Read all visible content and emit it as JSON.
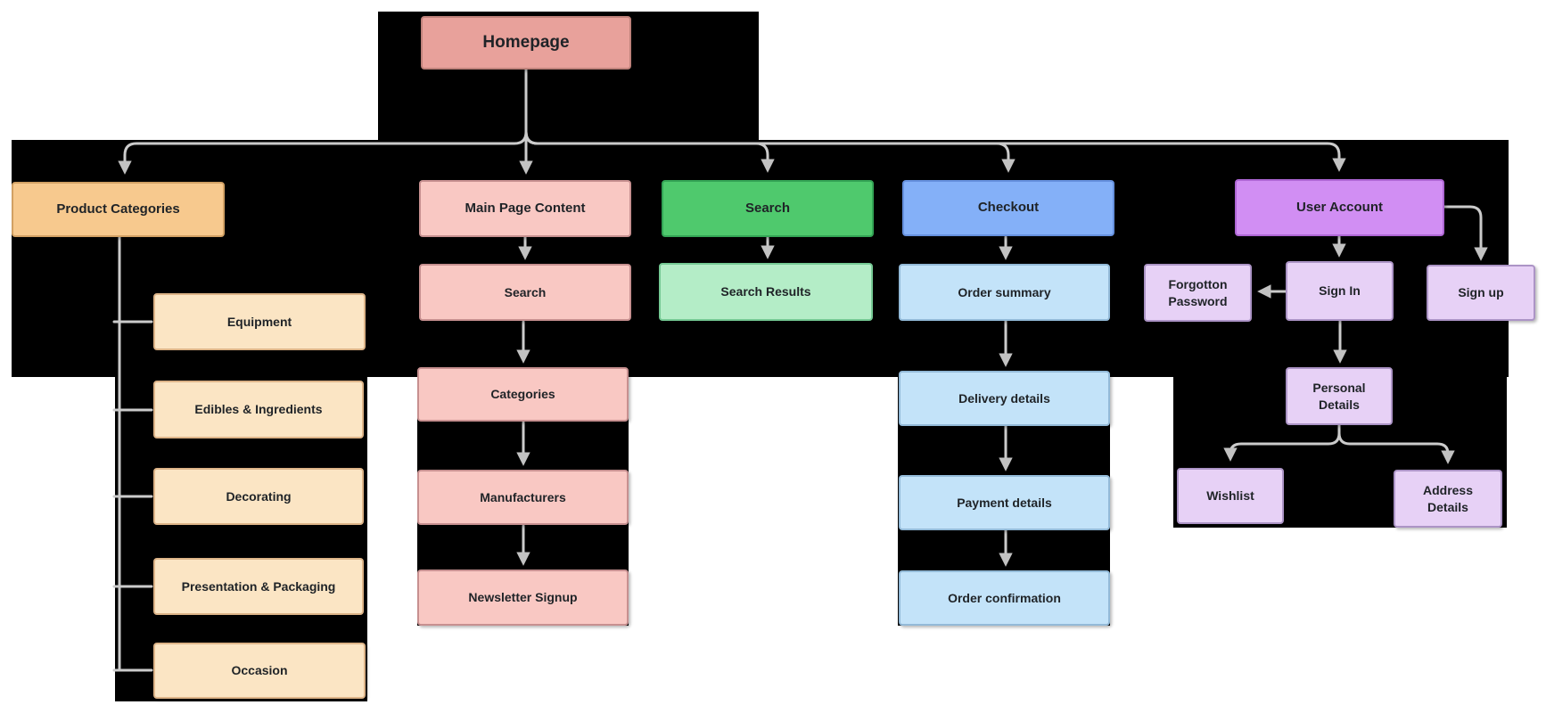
{
  "diagram": {
    "type": "sitemap-flowchart",
    "nodes": {
      "homepage": {
        "label": "Homepage"
      },
      "product_categories": {
        "label": "Product Categories"
      },
      "main_page_content": {
        "label": "Main Page Content"
      },
      "search_section": {
        "label": "Search"
      },
      "checkout": {
        "label": "Checkout"
      },
      "user_account": {
        "label": "User Account"
      },
      "equipment": {
        "label": "Equipment"
      },
      "edibles_ingredients": {
        "label": "Edibles & Ingredients"
      },
      "decorating": {
        "label": "Decorating"
      },
      "presentation_packaging": {
        "label": "Presentation & Packaging"
      },
      "occasion": {
        "label": "Occasion"
      },
      "search_page": {
        "label": "Search"
      },
      "categories": {
        "label": "Categories"
      },
      "manufacturers": {
        "label": "Manufacturers"
      },
      "newsletter_signup": {
        "label": "Newsletter Signup"
      },
      "search_results": {
        "label": "Search Results"
      },
      "order_summary": {
        "label": "Order summary"
      },
      "delivery_details": {
        "label": "Delivery details"
      },
      "payment_details": {
        "label": "Payment details"
      },
      "order_confirmation": {
        "label": "Order confirmation"
      },
      "forgotton_password": {
        "label": "Forgotton Password"
      },
      "sign_in": {
        "label": "Sign In"
      },
      "sign_up": {
        "label": "Sign up"
      },
      "personal_details": {
        "label": "Personal Details"
      },
      "wishlist": {
        "label": "Wishlist"
      },
      "address_details": {
        "label": "Address Details"
      }
    },
    "edges": [
      "homepage->product_categories",
      "homepage->main_page_content",
      "homepage->search_section",
      "homepage->checkout",
      "homepage->user_account",
      "product_categories->equipment",
      "product_categories->edibles_ingredients",
      "product_categories->decorating",
      "product_categories->presentation_packaging",
      "product_categories->occasion",
      "main_page_content->search_page",
      "search_page->categories",
      "categories->manufacturers",
      "manufacturers->newsletter_signup",
      "search_section->search_results",
      "checkout->order_summary",
      "order_summary->delivery_details",
      "delivery_details->payment_details",
      "payment_details->order_confirmation",
      "user_account->sign_in",
      "user_account->sign_up",
      "sign_in->forgotton_password",
      "sign_in->personal_details",
      "personal_details->wishlist",
      "personal_details->address_details"
    ],
    "palette": {
      "page-bg": "#ffffff",
      "canvas-bg": "#000000",
      "text": "#1f2327",
      "connector": "#cbcbcb",
      "arrowhead": "#c2c2c2",
      "salmon-fill": "#E8A19B",
      "salmon-border": "#BF827B",
      "orange-fill": "#F7C98E",
      "orange-border": "#D2A164",
      "cream-fill": "#FBE5C4",
      "cream-border": "#DDB488",
      "pink-fill": "#F9C8C3",
      "pink-border": "#C79090",
      "green-fill": "#4FC96D",
      "green-border": "#33A455",
      "green-light-fill": "#B4EDC7",
      "green-light-border": "#75C994",
      "blue-fill": "#84B0F8",
      "blue-border": "#6590DE",
      "blue-light-fill": "#C3E3F9",
      "blue-light-border": "#93BAD8",
      "purple-fill": "#D18EF3",
      "purple-border": "#AE66D4",
      "purple-light-fill": "#E7D1F6",
      "purple-light-border": "#AC94C6"
    }
  }
}
